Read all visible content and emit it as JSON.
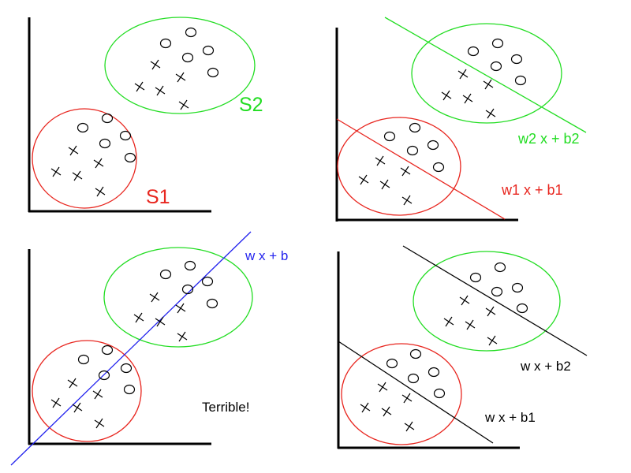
{
  "colors": {
    "s1": "#e8261f",
    "s2": "#22dd22",
    "blue": "#2222ee",
    "black": "#000000"
  },
  "panels": {
    "top_left": {
      "label_s1": "S1",
      "label_s2": "S2"
    },
    "top_right": {
      "line_green": "w2 x + b2",
      "line_red": "w1 x + b1"
    },
    "bottom_left": {
      "line_blue": "w x + b",
      "comment": "Terrible!"
    },
    "bottom_right": {
      "line_upper": "w x + b2",
      "line_lower": "w x + b1"
    }
  },
  "markers": {
    "circle": "o",
    "cross": "+"
  }
}
